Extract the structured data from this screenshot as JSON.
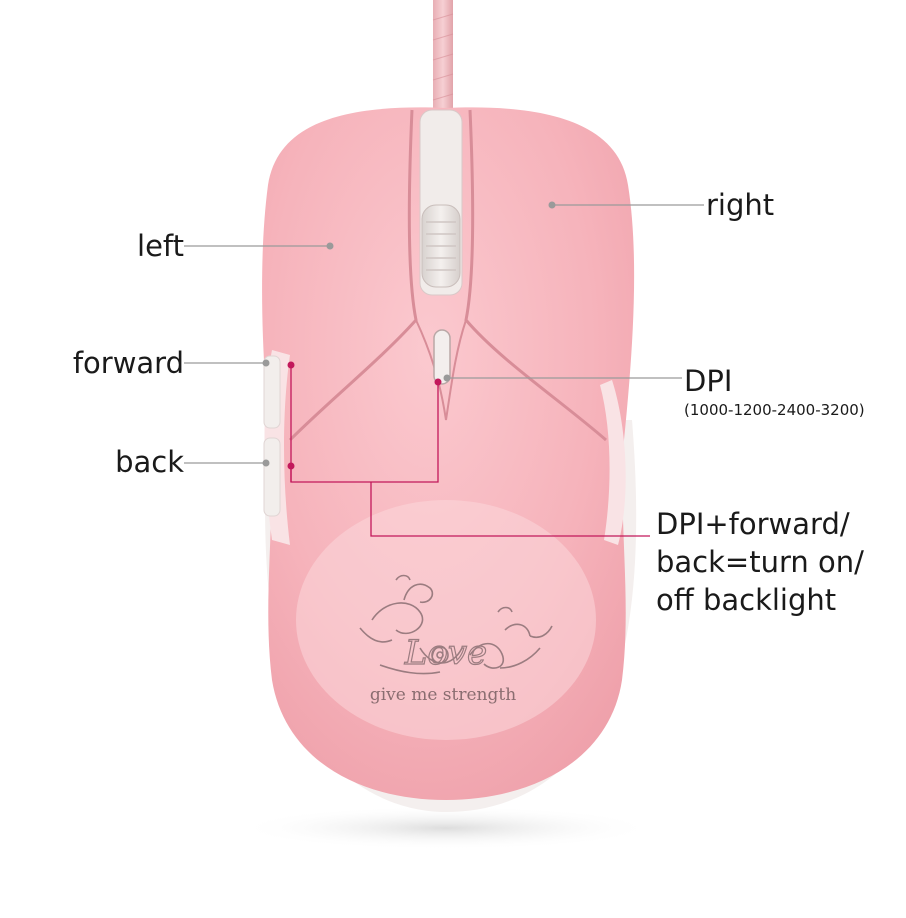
{
  "labels": {
    "left": "left",
    "right": "right",
    "forward": "forward",
    "back": "back",
    "dpi": "DPI",
    "dpi_levels": "(1000-1200-2400-3200)"
  },
  "note": {
    "lines": [
      "DPI+forward/",
      "back=turn on/",
      "off backlight"
    ]
  },
  "engraving": {
    "logo_word": "Love",
    "slogan": "give me strength"
  },
  "colors": {
    "shell": "#f6b3bb",
    "shell_light": "#fbd3d7",
    "wheel": "#ece8e6",
    "leader_gray": "#9a9a9a",
    "leader_red": "#c2185b",
    "text": "#1a1a1a"
  }
}
